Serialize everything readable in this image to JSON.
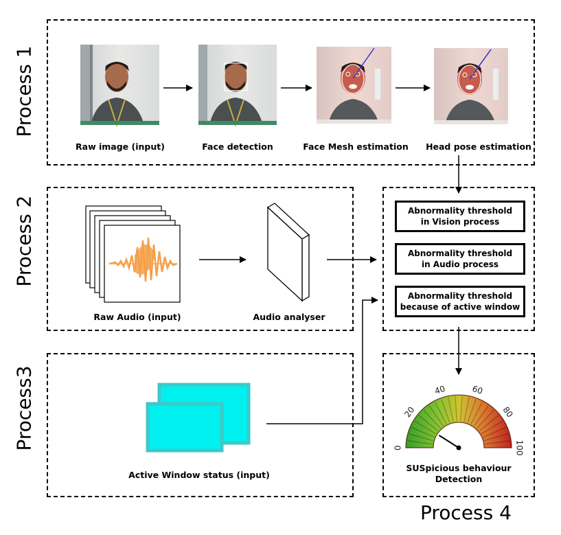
{
  "process1": {
    "label": "Process 1",
    "steps": [
      {
        "caption": "Raw image (input)"
      },
      {
        "caption": "Face detection"
      },
      {
        "caption": "Face Mesh estimation"
      },
      {
        "caption": "Head pose estimation"
      }
    ]
  },
  "process2": {
    "label": "Process 2",
    "raw_audio_caption": "Raw Audio (input)",
    "analyser_caption": "Audio analyser"
  },
  "process3": {
    "label": "Process3",
    "active_window_caption": "Active Window status (input)"
  },
  "thresholds": [
    {
      "line1": "Abnormality threshold",
      "line2": "in Vision process"
    },
    {
      "line1": "Abnormality threshold",
      "line2": "in Audio process"
    },
    {
      "line1": "Abnormality threshold",
      "line2": "because of active window"
    }
  ],
  "process4": {
    "label": "Process 4",
    "gauge_ticks": [
      "0",
      "20",
      "40",
      "60",
      "80",
      "100"
    ],
    "gauge_value": 18,
    "caption_line1": "SUSpicious behaviour",
    "caption_line2": "Detection"
  },
  "colors": {
    "window_cyan": "#00f0f0",
    "audio_orange": "#f5a04a",
    "gauge_low": "#3fae2a",
    "gauge_high": "#c0241c"
  }
}
